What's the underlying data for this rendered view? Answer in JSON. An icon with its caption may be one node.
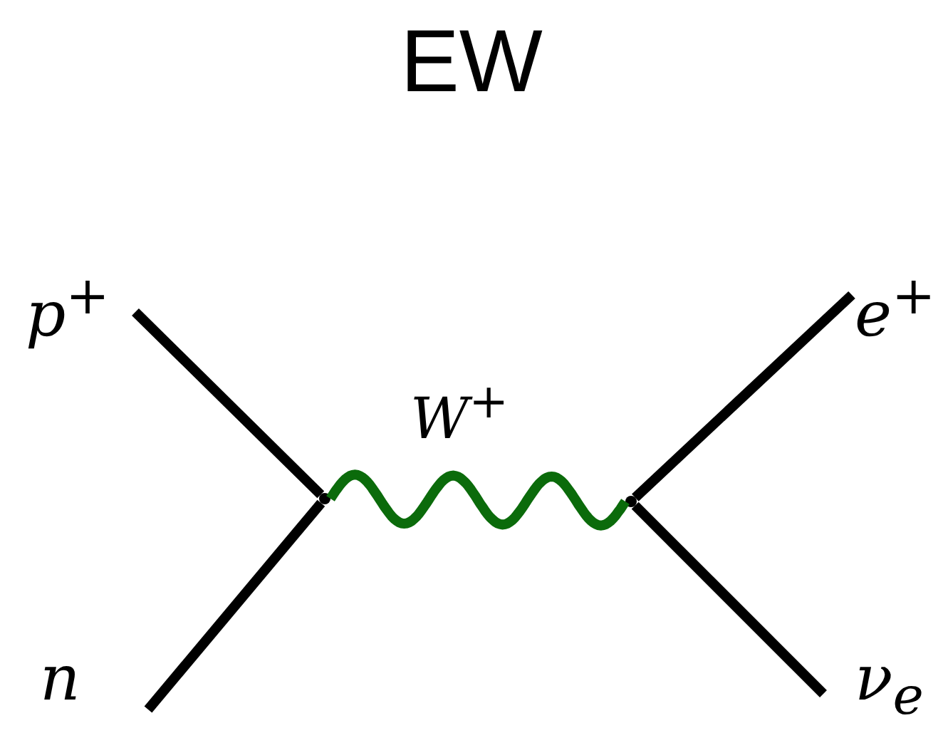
{
  "diagram": {
    "title": "EW",
    "nodes": [
      {
        "text": [
          "p$^{+}$"
        ]
      },
      {
        "text": [
          "n"
        ]
      },
      {
        "text": [],
        "shape": "point"
      },
      {
        "text": [],
        "shape": "point"
      },
      {
        "text": [
          "e$^{+}$"
        ]
      },
      {
        "text": [
          "ν$_{e}$"
        ]
      }
    ],
    "edges": [
      {
        "from": 0,
        "to": 2,
        "arrow": "none"
      },
      {
        "from": 1,
        "to": 2,
        "arrow": "none"
      },
      {
        "from": 2,
        "to": 3,
        "arrow": "none",
        "label": "W$^{+}$",
        "color": "#0b6b0b"
      },
      {
        "from": 4,
        "to": 3,
        "arrow": "none"
      },
      {
        "from": 5,
        "to": 3,
        "arrow": "none"
      }
    ]
  }
}
